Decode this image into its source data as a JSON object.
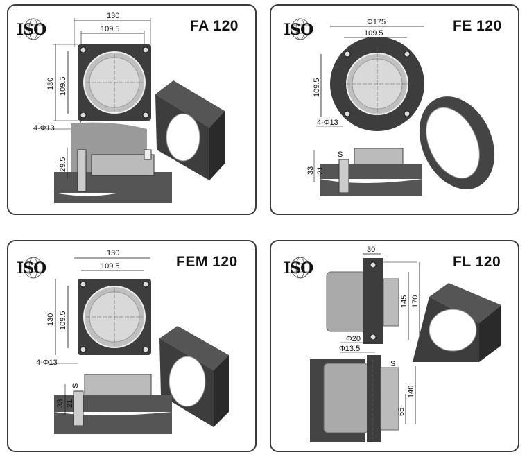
{
  "iso_logo": "ISO",
  "panels": {
    "fa": {
      "title": "FA 120",
      "dims": {
        "outer": "130",
        "inner": "109.5",
        "v_outer": "130",
        "v_inner": "109.5",
        "holes": "4-Φ13",
        "depth": "29.5"
      }
    },
    "fe": {
      "title": "FE 120",
      "dims": {
        "outer": "Φ175",
        "inner": "109.5",
        "v_inner": "109.5",
        "holes": "4-Φ13",
        "s": "S",
        "h1": "33",
        "h2": "21"
      }
    },
    "fem": {
      "title": "FEM 120",
      "dims": {
        "outer": "130",
        "inner": "109.5",
        "v_outer": "130",
        "v_inner": "109.5",
        "holes": "4-Φ13",
        "s": "S",
        "h1": "33",
        "h2": "21"
      }
    },
    "fl": {
      "title": "FL 120",
      "dims": {
        "width": "30",
        "h_inner": "145",
        "h_outer": "170",
        "d1": "Φ20",
        "d2": "Φ13.5",
        "s": "S",
        "v1": "140",
        "v2": "65"
      }
    }
  },
  "colors": {
    "border": "#3a3a3a",
    "flange": "#3d3d3d",
    "body": "#8a8a8a",
    "light": "#d9d9d9"
  }
}
